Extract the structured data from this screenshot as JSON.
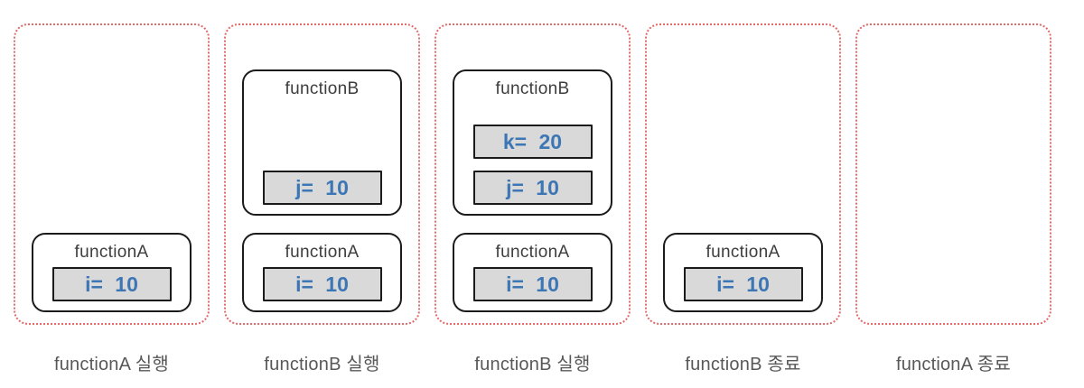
{
  "colors": {
    "panel_border": "#e06a6a",
    "frame_border": "#1b1b1b",
    "variable_box_bg": "#d9d9d9",
    "variable_text": "#3c76b4",
    "frame_label_text": "#3d3d3d",
    "caption_text": "#585858"
  },
  "diagram": {
    "type": "call-stack-stages",
    "panels": [
      {
        "caption": "functionA 실행",
        "frames": [
          {
            "name": "functionA",
            "size": "short",
            "vars": [
              "i= 10"
            ]
          }
        ]
      },
      {
        "caption": "functionB 실행",
        "frames": [
          {
            "name": "functionB",
            "size": "tall",
            "vars": [
              "j= 10"
            ]
          },
          {
            "name": "functionA",
            "size": "short",
            "vars": [
              "i= 10"
            ]
          }
        ]
      },
      {
        "caption": "functionB 실행",
        "frames": [
          {
            "name": "functionB",
            "size": "tall",
            "vars": [
              "k= 20",
              "j= 10"
            ]
          },
          {
            "name": "functionA",
            "size": "short",
            "vars": [
              "i= 10"
            ]
          }
        ]
      },
      {
        "caption": "functionB 종료",
        "frames": [
          {
            "name": "functionA",
            "size": "short",
            "vars": [
              "i= 10"
            ]
          }
        ]
      },
      {
        "caption": "functionA 종료",
        "frames": []
      }
    ]
  }
}
